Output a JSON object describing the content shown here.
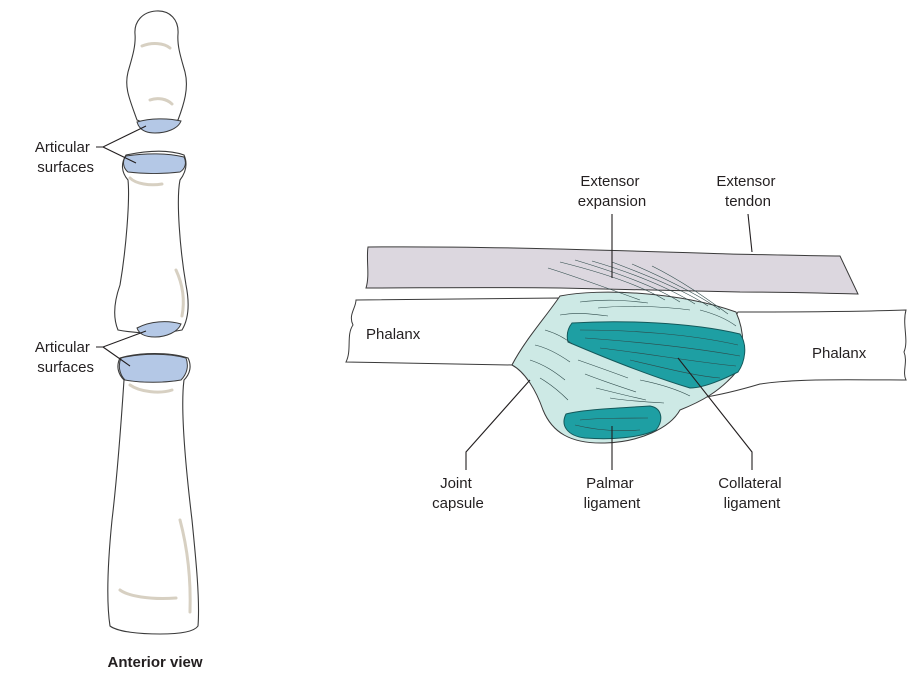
{
  "left_view": {
    "caption": "Anterior view",
    "articular_label_1": [
      "Articular",
      "surfaces"
    ],
    "articular_label_2": [
      "Articular",
      "surfaces"
    ]
  },
  "right_view": {
    "labels": {
      "extensor_expansion": [
        "Extensor",
        "expansion"
      ],
      "extensor_tendon": [
        "Extensor",
        "tendon"
      ],
      "phalanx_proximal": "Phalanx",
      "phalanx_distal": "Phalanx",
      "joint_capsule": [
        "Joint",
        "capsule"
      ],
      "palmar_ligament": [
        "Palmar",
        "ligament"
      ],
      "collateral_ligament": [
        "Collateral",
        "ligament"
      ]
    }
  },
  "colors": {
    "articular_surface": "#b4c8e6",
    "capsule": "#cde9e5",
    "ligament": "#1e9fa3",
    "tendon": "#dcd7df",
    "bone_shading": "#d7d0c2"
  }
}
